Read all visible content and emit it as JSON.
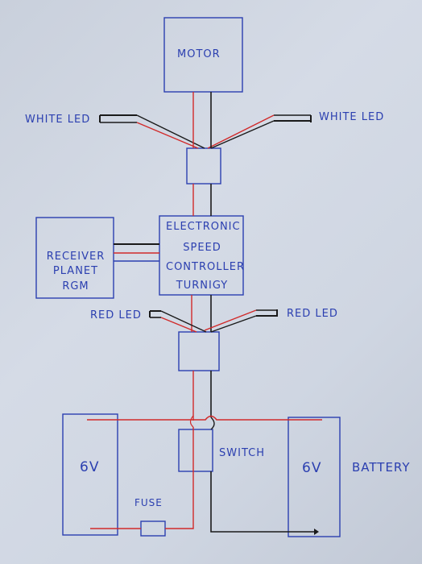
{
  "labels": {
    "motor": "MOTOR",
    "white_led_left": "WHITE LED",
    "white_led_right": "WHITE LED",
    "esc_line1": "ELECTRONIC",
    "esc_line2": "SPEED",
    "esc_line3": "CONTROLLER",
    "esc_line4": "TURNIGY",
    "receiver_line1": "RECEIVER",
    "receiver_line2": "PLANET",
    "receiver_line3": "RGM",
    "red_led_left": "RED LED",
    "red_led_right": "RED LED",
    "switch": "SWITCH",
    "battery_left_voltage": "6V",
    "battery_right_voltage": "6V",
    "battery": "BATTERY",
    "fuse": "FUSE"
  },
  "colors": {
    "ink": "#2b3fb0",
    "wire_red": "#d12a2a",
    "wire_black": "#1a1a1a"
  }
}
